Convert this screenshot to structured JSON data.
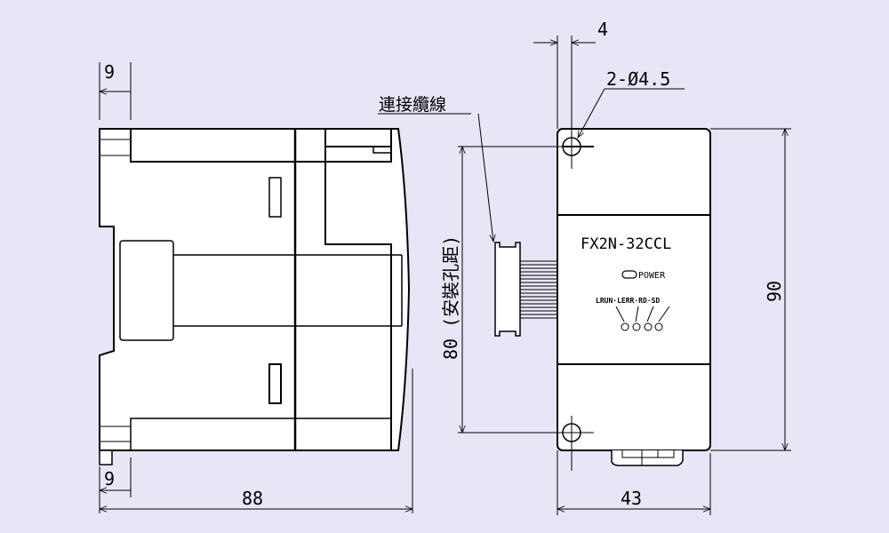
{
  "dimensions": {
    "left_top_offset": "9",
    "left_bottom_offset": "9",
    "depth": "88",
    "hole_offset": "4",
    "hole_spec": "2-Ø4.5",
    "mount_pitch": "80 (安裝孔距)",
    "height": "90",
    "width": "43"
  },
  "labels": {
    "cable": "連接纜線",
    "model": "FX2N-32CCL",
    "power_led": "POWER",
    "status_leds": "LRUN·LERR·RD·SD"
  },
  "colors": {
    "background": "#e6e6f6",
    "body": "#ffffff",
    "line": "#000000"
  }
}
